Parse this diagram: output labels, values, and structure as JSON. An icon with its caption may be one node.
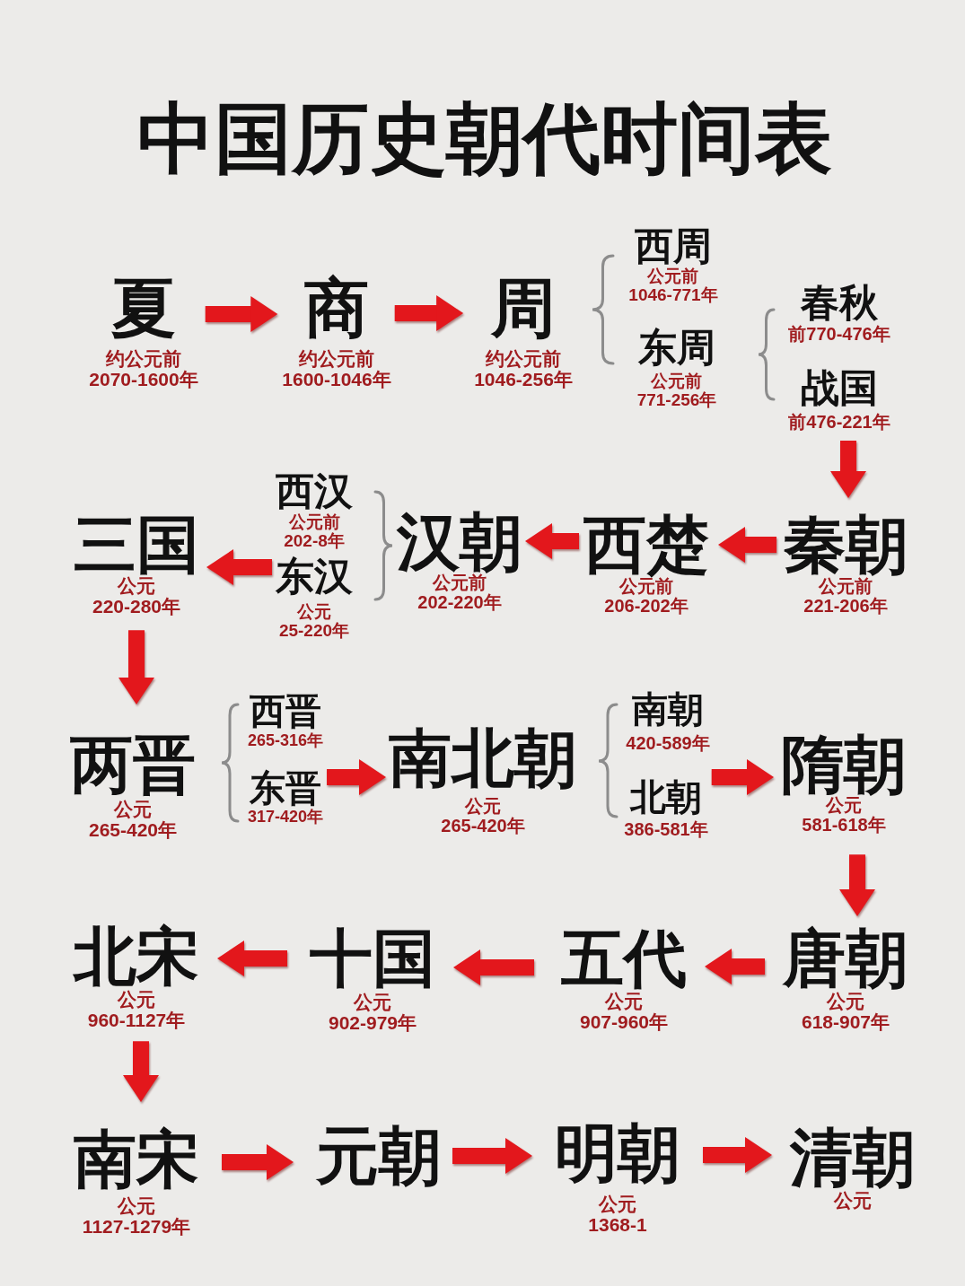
{
  "diagram": {
    "title": "中国历史朝代时间表",
    "nodes": [
      {
        "text": [
          "夏"
        ],
        "beside": [
          "约公元前",
          "2070-1600年"
        ]
      },
      {
        "text": [
          "商"
        ],
        "beside": [
          "约公元前",
          "1600-1046年"
        ]
      },
      {
        "text": [
          "周"
        ],
        "beside": [
          "约公元前",
          "1046-256年"
        ]
      },
      {
        "text": [
          "西周"
        ],
        "beside": [
          "公元前",
          "1046-771年"
        ]
      },
      {
        "text": [
          "东周"
        ],
        "beside": [
          "公元前",
          "771-256年"
        ]
      },
      {
        "text": [
          "春秋"
        ],
        "beside": [
          "前770-476年"
        ]
      },
      {
        "text": [
          "战国"
        ],
        "beside": [
          "前476-221年"
        ]
      },
      {
        "text": [
          "秦朝"
        ],
        "beside": [
          "公元前",
          "221-206年"
        ]
      },
      {
        "text": [
          "西楚"
        ],
        "beside": [
          "公元前",
          "206-202年"
        ]
      },
      {
        "text": [
          "汉朝"
        ],
        "beside": [
          "公元前",
          "202-220年"
        ]
      },
      {
        "text": [
          "西汉"
        ],
        "beside": [
          "公元前",
          "202-8年"
        ]
      },
      {
        "text": [
          "东汉"
        ],
        "beside": [
          "公元",
          "25-220年"
        ]
      },
      {
        "text": [
          "三国"
        ],
        "beside": [
          "公元",
          "220-280年"
        ]
      },
      {
        "text": [
          "两晋"
        ],
        "beside": [
          "公元",
          "265-420年"
        ]
      },
      {
        "text": [
          "西晋"
        ],
        "beside": [
          "265-316年"
        ]
      },
      {
        "text": [
          "东晋"
        ],
        "beside": [
          "317-420年"
        ]
      },
      {
        "text": [
          "南北朝"
        ],
        "beside": [
          "公元",
          "265-420年"
        ]
      },
      {
        "text": [
          "南朝"
        ],
        "beside": [
          "420-589年"
        ]
      },
      {
        "text": [
          "北朝"
        ],
        "beside": [
          "386-581年"
        ]
      },
      {
        "text": [
          "隋朝"
        ],
        "beside": [
          "公元",
          "581-618年"
        ]
      },
      {
        "text": [
          "唐朝"
        ],
        "beside": [
          "公元",
          "618-907年"
        ]
      },
      {
        "text": [
          "五代"
        ],
        "beside": [
          "公元",
          "907-960年"
        ]
      },
      {
        "text": [
          "十国"
        ],
        "beside": [
          "公元",
          "902-979年"
        ]
      },
      {
        "text": [
          "北宋"
        ],
        "beside": [
          "公元",
          "960-1127年"
        ]
      },
      {
        "text": [
          "南宋"
        ],
        "beside": [
          "公元",
          "1127-1279年"
        ]
      },
      {
        "text": [
          "元朝"
        ]
      },
      {
        "text": [
          "明朝"
        ],
        "beside": [
          "公元",
          "1368-1"
        ]
      },
      {
        "text": [
          "清朝"
        ],
        "beside": [
          "公元"
        ]
      }
    ],
    "edges": [
      {
        "from": 0,
        "to": 1,
        "arrow": "to"
      },
      {
        "from": 1,
        "to": 2,
        "arrow": "to"
      },
      {
        "from": 6,
        "to": 7,
        "arrow": "to"
      },
      {
        "from": 7,
        "to": 8,
        "arrow": "to"
      },
      {
        "from": 8,
        "to": 9,
        "arrow": "to"
      },
      {
        "from": 11,
        "to": 12,
        "arrow": "to"
      },
      {
        "from": 12,
        "to": 13,
        "arrow": "to"
      },
      {
        "from": 15,
        "to": 16,
        "arrow": "to"
      },
      {
        "from": 18,
        "to": 19,
        "arrow": "to"
      },
      {
        "from": 19,
        "to": 20,
        "arrow": "to"
      },
      {
        "from": 20,
        "to": 21,
        "arrow": "to"
      },
      {
        "from": 21,
        "to": 22,
        "arrow": "to"
      },
      {
        "from": 22,
        "to": 23,
        "arrow": "to"
      },
      {
        "from": 23,
        "to": 24,
        "arrow": "to"
      },
      {
        "from": 24,
        "to": 25,
        "arrow": "to"
      },
      {
        "from": 25,
        "to": 26,
        "arrow": "to"
      },
      {
        "from": 26,
        "to": 27,
        "arrow": "to"
      }
    ]
  }
}
